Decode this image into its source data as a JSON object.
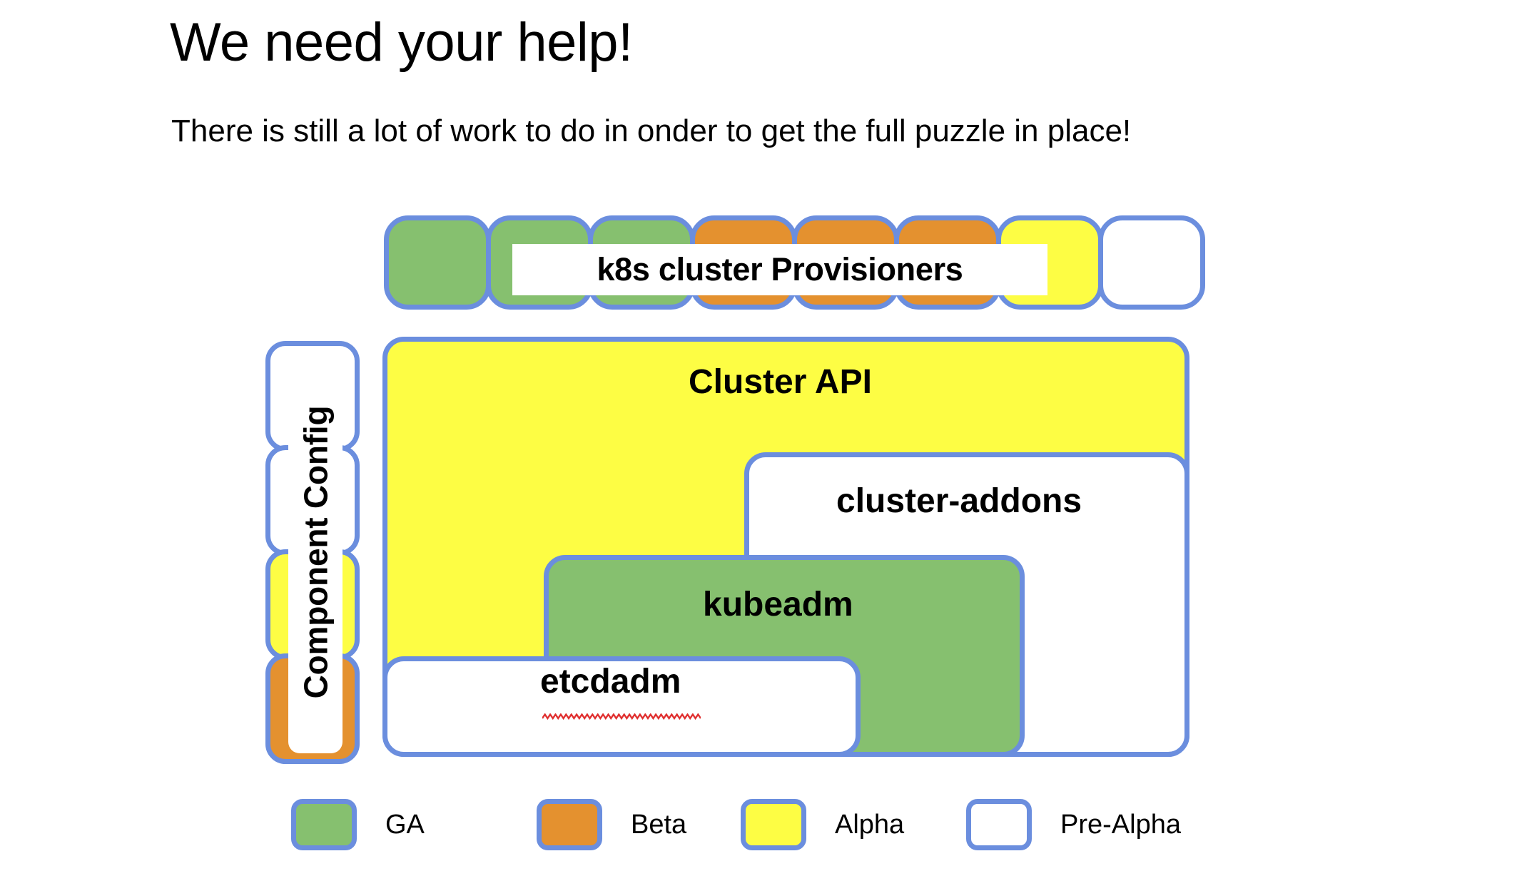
{
  "slide": {
    "title": "We need your help!",
    "subtitle": "There is still a lot of work to do in onder to get the full puzzle in place!"
  },
  "colors": {
    "ga": "#86c06f",
    "beta": "#e4912f",
    "alpha": "#fdfd44",
    "pre_alpha": "#ffffff",
    "border": "#6b8ede",
    "spellcheck_underline": "#e03030",
    "background": "#ffffff",
    "text": "#000000"
  },
  "diagram": {
    "provisioners": {
      "banner_label": "k8s cluster Provisioners",
      "tiles": [
        {
          "status": "ga"
        },
        {
          "status": "ga"
        },
        {
          "status": "ga"
        },
        {
          "status": "beta"
        },
        {
          "status": "beta"
        },
        {
          "status": "beta"
        },
        {
          "status": "alpha"
        },
        {
          "status": "pre-alpha"
        }
      ]
    },
    "component_config": {
      "banner_label": "Component Config",
      "tiles": [
        {
          "status": "pre-alpha"
        },
        {
          "status": "pre-alpha"
        },
        {
          "status": "alpha"
        },
        {
          "status": "beta"
        }
      ]
    },
    "regions": [
      {
        "key": "cluster_api",
        "label": "Cluster API",
        "status": "alpha"
      },
      {
        "key": "cluster_addons",
        "label": "cluster-addons",
        "status": "pre-alpha"
      },
      {
        "key": "kubeadm",
        "label": "kubeadm",
        "status": "ga"
      },
      {
        "key": "etcdadm",
        "label": "etcdadm",
        "status": "pre-alpha",
        "spellchecked": true
      }
    ]
  },
  "legend": {
    "items": [
      {
        "label": "GA",
        "status": "ga"
      },
      {
        "label": "Beta",
        "status": "beta"
      },
      {
        "label": "Alpha",
        "status": "alpha"
      },
      {
        "label": "Pre-Alpha",
        "status": "pre-alpha"
      }
    ]
  }
}
